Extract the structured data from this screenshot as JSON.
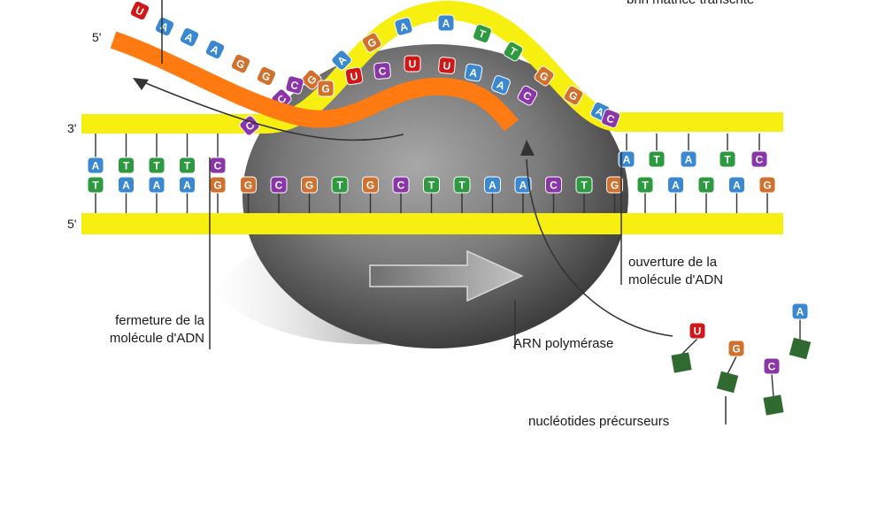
{
  "labels": {
    "template_strand": "brin matrice transcrite",
    "opening": [
      "ouverture de la",
      "molécule d'ADN"
    ],
    "closing": [
      "fermeture de la",
      "molécule d'ADN"
    ],
    "polymerase": "ARN polymérase",
    "precursors": "nucléotides précurseurs"
  },
  "ends": {
    "rna_5": "5'",
    "top_3": "3'",
    "bottom_5": "5'"
  },
  "colors": {
    "A": "#3a87d2",
    "T": "#2e9a40",
    "G": "#d2702d",
    "C": "#8a35a8",
    "U": "#d01818",
    "backbone": "#f7ef10",
    "rna": "#ff7a10",
    "phosphate": "#2f6a30"
  },
  "dna": {
    "top_left": [
      "A",
      "T",
      "T",
      "T",
      "C"
    ],
    "top_right": [
      "A",
      "T",
      "A",
      "T",
      "C"
    ],
    "bottom": [
      "T",
      "A",
      "A",
      "A",
      "G",
      "G",
      "C",
      "G",
      "T",
      "G",
      "C",
      "T",
      "T",
      "A",
      "A",
      "C",
      "T",
      "G",
      "T",
      "A",
      "T",
      "A",
      "G"
    ],
    "bubble": [
      "C",
      "C",
      "G",
      "A",
      "G",
      "A",
      "A",
      "T",
      "T",
      "G",
      "G",
      "A",
      "C"
    ]
  },
  "rna": {
    "strand": [
      "U",
      "A",
      "A",
      "A",
      "G",
      "G",
      "C",
      "G",
      "U",
      "C",
      "U",
      "U",
      "A",
      "A",
      "C"
    ]
  },
  "precursors": [
    "U",
    "G",
    "C",
    "A"
  ]
}
